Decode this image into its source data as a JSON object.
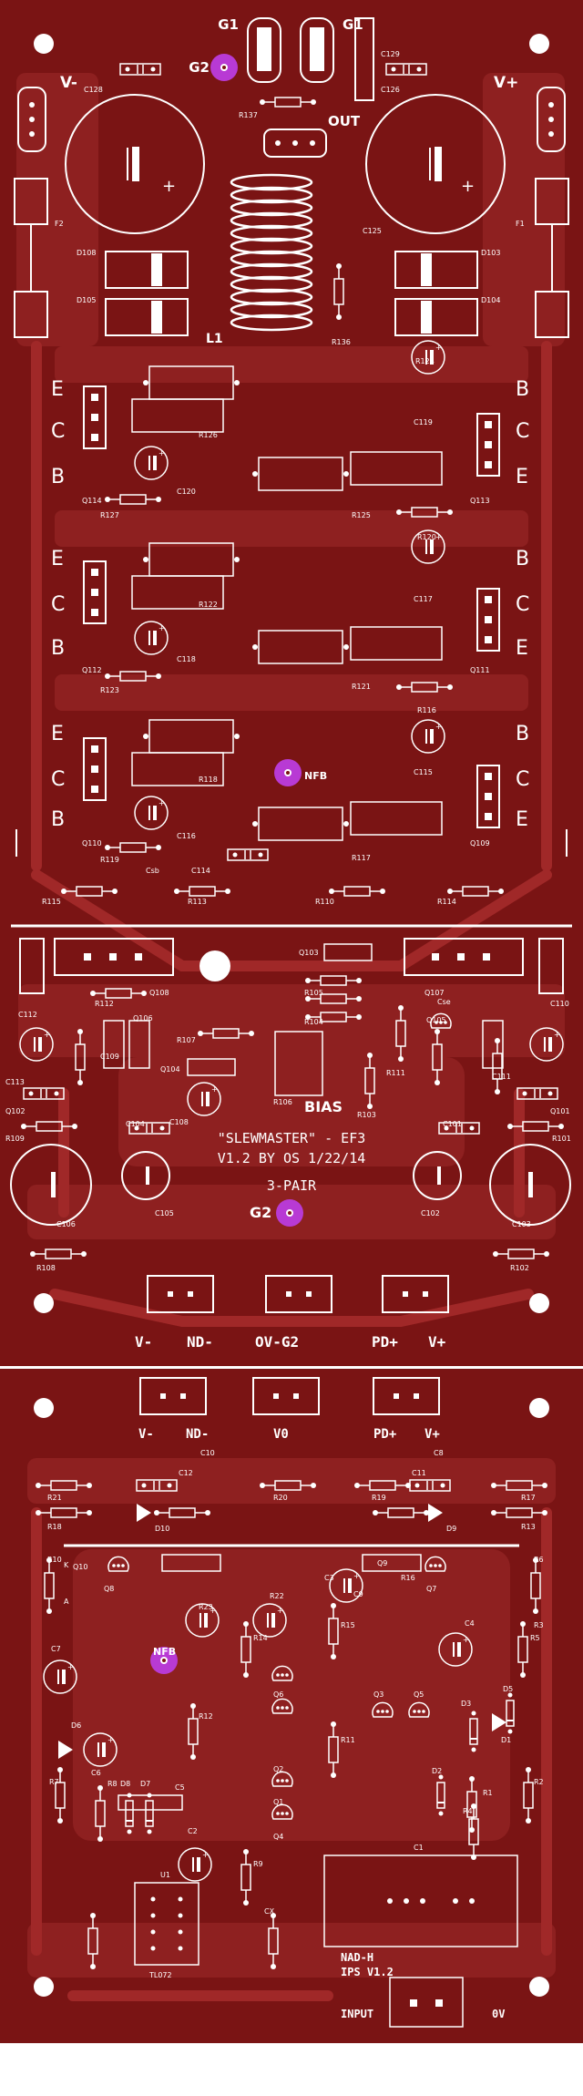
{
  "colors": {
    "board": "#7a1414",
    "copper": "#8e2020",
    "trace": "#a02828",
    "silk": "#ffffff",
    "via": "#b83ad4",
    "page": "#ffffff"
  },
  "title": {
    "line1": "\"SLEWMASTER\" - EF3",
    "line2": "V1.2 BY OS 1/22/14",
    "line3": "3-PAIR",
    "bias": "BIAS"
  },
  "nets": {
    "g1_left": "G1",
    "g1_right": "G1",
    "g2_top": "G2",
    "g2_mid": "G2",
    "v_minus": "V-",
    "v_plus": "V+",
    "out": "OUT",
    "nfb": "NFB",
    "nfb_bottom": "NFB",
    "l1": "L1"
  },
  "pins": {
    "e": "E",
    "c": "C",
    "b": "B"
  },
  "connectors_top": {
    "left": "V-",
    "nd": "ND-",
    "ov": "OV-G2",
    "pd": "PD+",
    "right": "V+"
  },
  "connectors_bottom": {
    "right": "V-",
    "nd": "ND-",
    "ov": "V0",
    "pd": "PD+",
    "left": "V+"
  },
  "input_block": {
    "name": "NAD-H",
    "ver": "IPS V1.2",
    "input": "INPUT",
    "ov": "0V"
  },
  "labels": {
    "c128": "C128",
    "c129": "C129",
    "c126": "C126",
    "r137": "R137",
    "f2": "F2",
    "f1": "F1",
    "d108": "D108",
    "d105": "D105",
    "d103": "D103",
    "d104": "D104",
    "c125": "C125",
    "r136": "R136",
    "r124": "R124",
    "r126": "R126",
    "r125": "R125",
    "r122": "R122",
    "r121": "R121",
    "r118": "R118",
    "r117": "R117",
    "q114": "Q114",
    "q113": "Q113",
    "q112": "Q112",
    "q111": "Q111",
    "q110": "Q110",
    "q109": "Q109",
    "c119": "C119",
    "c120": "C120",
    "c117": "C117",
    "c118": "C118",
    "c115": "C115",
    "c116": "C116",
    "r127": "R127",
    "r120": "R120",
    "r123": "R123",
    "r116": "R116",
    "r119": "R119",
    "csb": "Csb",
    "c114": "C114",
    "r115": "R115",
    "r113": "R113",
    "r110": "R110",
    "r114": "R114",
    "q108": "Q108",
    "q107": "Q107",
    "q103": "Q103",
    "r112": "R112",
    "r105": "R105",
    "r104": "R104",
    "cse": "Cse",
    "r111": "R111",
    "q105": "Q105",
    "q104": "Q104",
    "q106": "Q106",
    "r107": "R107",
    "r106": "R106",
    "r103": "R103",
    "c112": "C112",
    "c110": "C110",
    "c109": "C109",
    "c111": "C111",
    "c113": "C113",
    "q102": "Q102",
    "q101": "Q101",
    "r109": "R109",
    "r101": "R101",
    "c104": "C104",
    "c101": "C101",
    "c108": "C108",
    "c106": "C106",
    "c105": "C105",
    "c102": "C102",
    "c103": "C103",
    "r108": "R108",
    "r102": "R102",
    "r21": "R21",
    "r20": "R20",
    "r19": "R19",
    "r17": "R17",
    "r18": "R18",
    "r13": "R13",
    "c10": "C10",
    "c12": "C12",
    "c11": "C11",
    "c8": "C8",
    "d10": "D10",
    "d9": "D9",
    "q9": "Q9",
    "q8": "Q8",
    "q7": "Q7",
    "q6": "Q6",
    "q5": "Q5",
    "q10": "Q10",
    "q3": "Q3",
    "q2": "Q2",
    "q4": "Q4",
    "q1": "Q1",
    "c9": "C9",
    "c7": "C7",
    "c4": "C4",
    "c6": "C6",
    "c5": "C5",
    "c3": "C3",
    "c2": "C2",
    "c1": "C1",
    "cx": "CX",
    "r23": "R23",
    "r22": "R22",
    "r14": "R14",
    "r15": "R15",
    "r16": "R16",
    "r12": "R12",
    "r11": "R11",
    "r10": "R10",
    "r9": "R9",
    "r8": "R8",
    "r7": "R7",
    "r6": "R6",
    "r5": "R5",
    "r4": "R4",
    "r3": "R3",
    "r2": "R2",
    "r1": "R1",
    "d8": "D8",
    "d7": "D7",
    "d6": "D6",
    "d5": "D5",
    "d3": "D3",
    "d2": "D2",
    "d1": "D1",
    "u1": "U1",
    "tl072": "TL072",
    "k": "K",
    "a": "A"
  }
}
